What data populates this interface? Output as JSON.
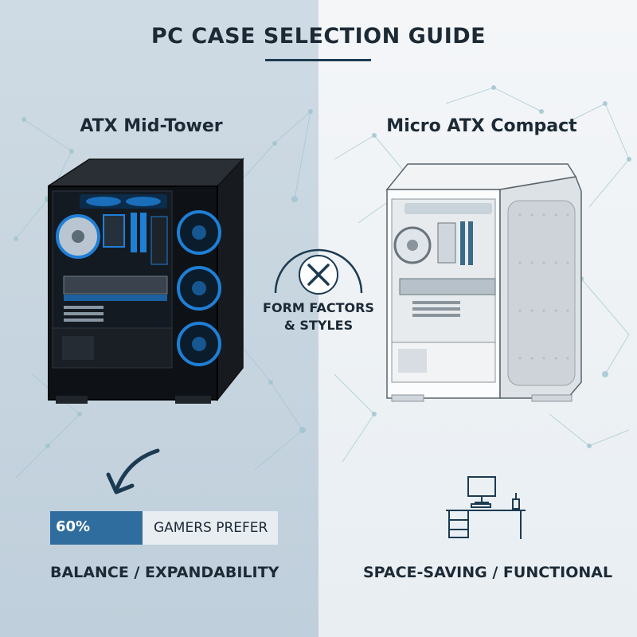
{
  "title": "PC CASE SELECTION GUIDE",
  "left": {
    "heading": "ATX Mid-Tower",
    "stat": {
      "value": "60%",
      "fraction": 0.6,
      "label": "GAMERS PREFER"
    },
    "tagline": "BALANCE / EXPANDABILITY"
  },
  "right": {
    "heading": "Micro ATX Compact",
    "tagline": "SPACE-SAVING / FUNCTIONAL"
  },
  "center": {
    "line1": "FORM FACTORS",
    "line2": "& STYLES"
  },
  "colors": {
    "accent": "#2f6d9e",
    "dark": "#1c2a36",
    "fan_blue": "#1f7fd6",
    "left_bg": "#c6d5df",
    "right_bg": "#eef2f5"
  },
  "icons": [
    "tools-icon",
    "curved-arrow-icon",
    "desk-workstation-icon"
  ]
}
